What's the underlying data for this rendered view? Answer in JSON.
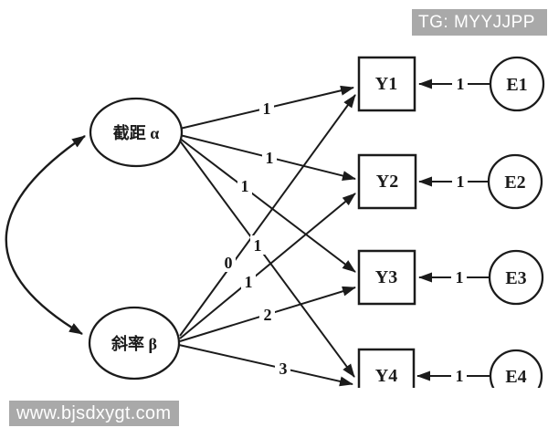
{
  "overlays": {
    "tg_badge": "TG: MYYJJPP",
    "site_watermark": "www.bjsdxygt.com"
  },
  "colors": {
    "ink": "#1b1b1b",
    "paper": "#ffffff",
    "watermark_bg": "#a9a9a9",
    "watermark_fg": "#ffffff"
  },
  "diagram": {
    "type": "latent-growth-curve-path-diagram",
    "latent": [
      {
        "label": "截距 α"
      },
      {
        "label": "斜率 β"
      }
    ],
    "observed": [
      {
        "label": "Y1"
      },
      {
        "label": "Y2"
      },
      {
        "label": "Y3"
      },
      {
        "label": "Y4"
      }
    ],
    "errors": [
      {
        "label": "E1"
      },
      {
        "label": "E2"
      },
      {
        "label": "E3"
      },
      {
        "label": "E4"
      }
    ],
    "loadings": {
      "intercept_to_Y": [
        "1",
        "1",
        "1",
        "1"
      ],
      "slope_to_Y": [
        "0",
        "1",
        "2",
        "3"
      ],
      "error_to_Y": [
        "1",
        "1",
        "1",
        "1"
      ]
    }
  }
}
